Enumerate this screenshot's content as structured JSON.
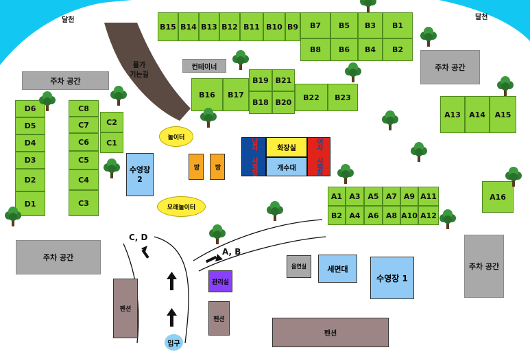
{
  "map": {
    "colors": {
      "river": "#12c8f2",
      "site": "#8fd43a",
      "site_border": "#4f8a1c",
      "parking": "#a9a9a9",
      "pension": "#9e8585",
      "path": "#5a4a42",
      "yellow": "#ffee3d",
      "pool": "#90caf5",
      "orange": "#f5a623",
      "office": "#8a3ffc",
      "navy": "#0f4a9c",
      "red": "#e0241b",
      "entrance": "#8fd0f5"
    },
    "river_labels": [
      "달천",
      "달천"
    ],
    "parking_label": "주차 공간",
    "pension_label": "펜션",
    "container_label": "컨테이너",
    "slope_path_label": "물가\n기는길",
    "playground_label": "놀이터",
    "sand_playground_label": "모래놀이터",
    "room_label": "방",
    "pool2_label": "수영장\n2",
    "pool1_label": "수영장 1",
    "office_label": "관리실",
    "washroom_label": "세면대",
    "drinking_label": "음연실",
    "entrance_label": "입구",
    "toilet_label": "화장실",
    "dishwash_label": "개수대",
    "male_shower_label": "남자 샤워장",
    "female_shower_label": "여자 샤워장",
    "direction_cd": "C, D",
    "direction_ab": "A, B",
    "sites": {
      "b_top": [
        "B15",
        "B14",
        "B13",
        "B12",
        "B11",
        "B10",
        "B9",
        "B7",
        "B5",
        "B3",
        "B1"
      ],
      "b_second": [
        "B8",
        "B6",
        "B4",
        "B2"
      ],
      "b_middle": [
        "B16",
        "B17",
        "B19",
        "B21",
        "B18",
        "B20",
        "B22",
        "B23"
      ],
      "d": [
        "D6",
        "D5",
        "D4",
        "D3",
        "D2",
        "D1"
      ],
      "c": [
        "C8",
        "C7",
        "C6",
        "C5",
        "C4",
        "C3"
      ],
      "c_small": [
        "C2",
        "C1"
      ],
      "a_top": [
        "A15",
        "A14",
        "A13"
      ],
      "a_row1": [
        "A1",
        "A3",
        "A5",
        "A7",
        "A9",
        "A11"
      ],
      "a_row2": [
        "B2",
        "A4",
        "A6",
        "A8",
        "A10",
        "A12"
      ],
      "a16": "A16"
    }
  }
}
